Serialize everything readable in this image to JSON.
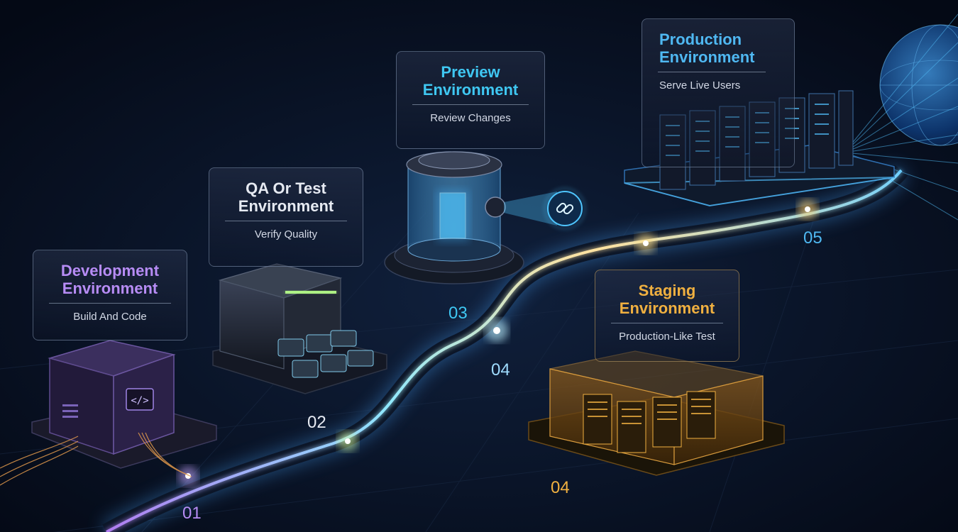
{
  "colors": {
    "background": "#050b18",
    "development": "#b78cf5",
    "qa": "#e6eaf2",
    "preview": "#3fc7f2",
    "staging": "#f0b040",
    "production": "#4fb8f2",
    "path": "#8fe9ff"
  },
  "stages": [
    {
      "id": "development",
      "title_line1": "Development",
      "title_line2": "Environment",
      "subtitle": "Build And Code",
      "number": "01",
      "icon": "code-icon"
    },
    {
      "id": "qa",
      "title_line1": "QA Or Test",
      "title_line2": "Environment",
      "subtitle": "Verify Quality",
      "number": "02",
      "icon": "server-drawer-icon"
    },
    {
      "id": "preview",
      "title_line1": "Preview",
      "title_line2": "Environment",
      "subtitle": "Review Changes",
      "number": "03",
      "icon": "link-icon"
    },
    {
      "id": "path-marker",
      "number": "04"
    },
    {
      "id": "staging",
      "title_line1": "Staging",
      "title_line2": "Environment",
      "subtitle": "Production-Like Test",
      "number": "04",
      "icon": "server-rack-icon"
    },
    {
      "id": "production",
      "title_line1": "Production",
      "title_line2": "Environment",
      "subtitle": "Serve Live Users",
      "number": "05",
      "icon": "globe-icon"
    }
  ]
}
